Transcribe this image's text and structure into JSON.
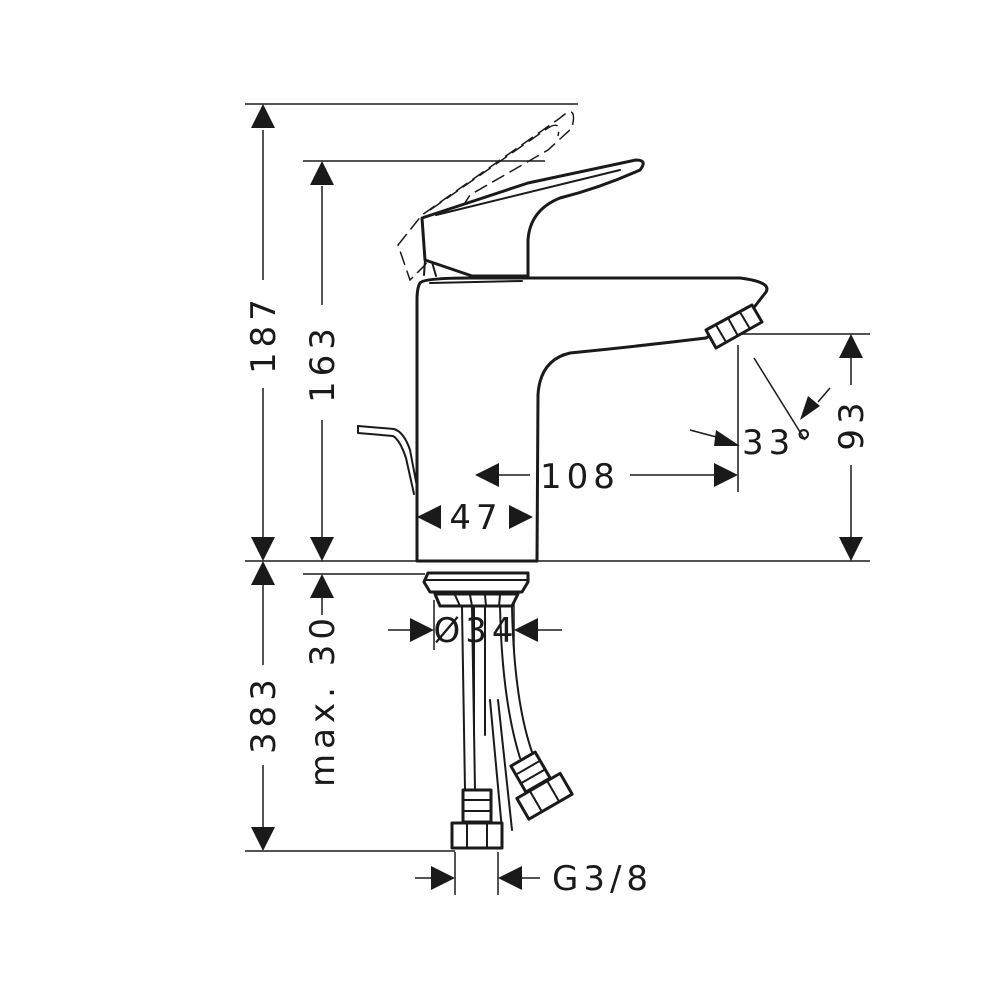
{
  "dimensions": {
    "total_height": "187",
    "spout_height_lever": "163",
    "pipe_length": "383",
    "max_counter_thickness": "max. 30",
    "spout_reach": "108",
    "base_diameter": "47",
    "mounting_hole": "Ø34",
    "spout_clearance": "93",
    "spray_angle": "33°",
    "connection_thread": "G3/8"
  }
}
